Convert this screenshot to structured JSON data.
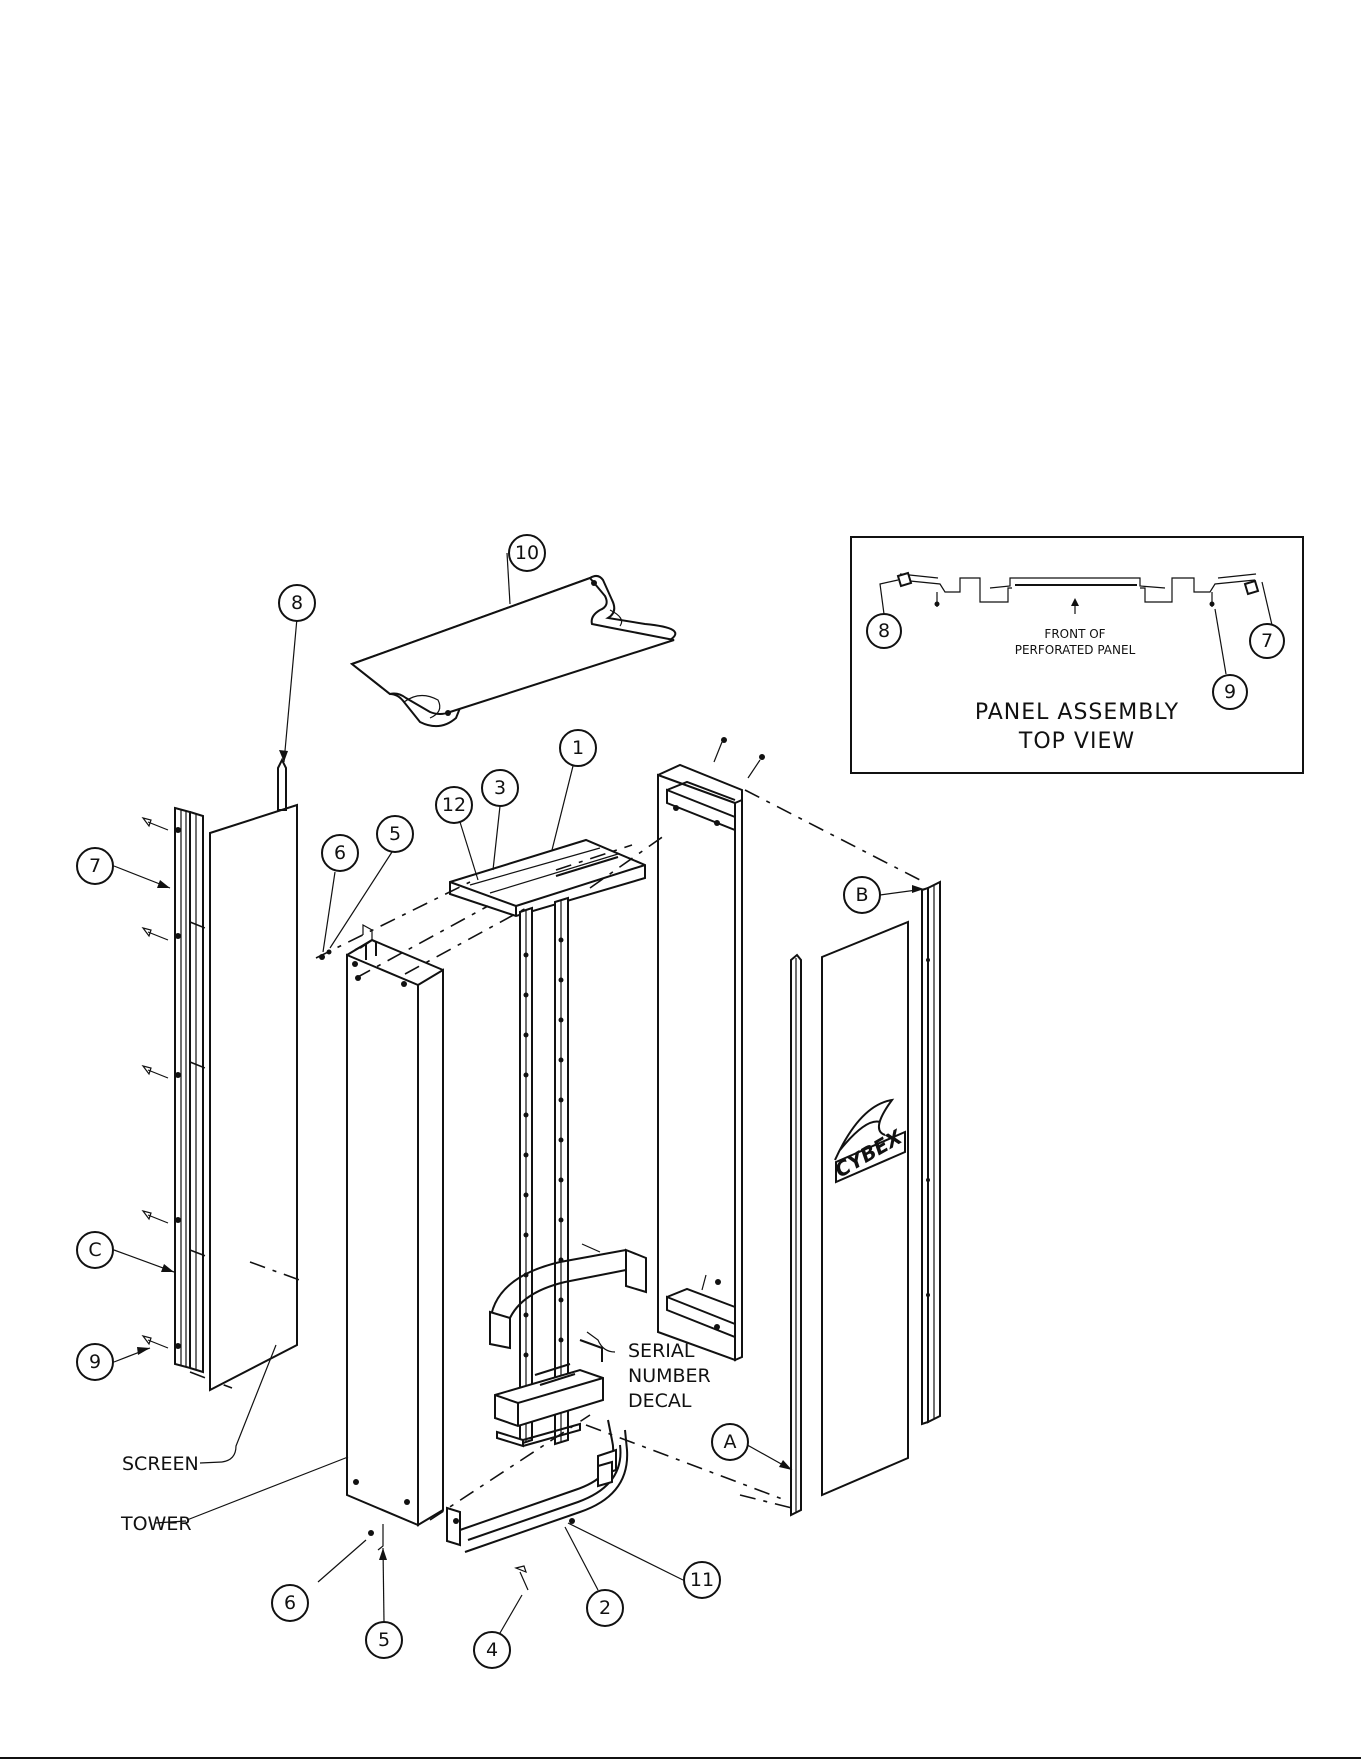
{
  "balloons": {
    "b10": "10",
    "b8": "8",
    "b7": "7",
    "b6": "6",
    "b5": "5",
    "b12": "12",
    "b3": "3",
    "b1": "1",
    "bB": "B",
    "bC": "C",
    "b9": "9",
    "bA": "A",
    "b11": "11",
    "b2": "2",
    "b4": "4",
    "b5b": "5",
    "b6b": "6"
  },
  "labels": {
    "screen": "SCREEN",
    "tower": "TOWER",
    "serial_1": "SERIAL",
    "serial_2": "NUMBER",
    "serial_3": "DECAL"
  },
  "inset": {
    "front_1": "FRONT OF",
    "front_2": "PERFORATED PANEL",
    "title_1": "PANEL ASSEMBLY",
    "title_2": "TOP VIEW",
    "b8": "8",
    "b9": "9",
    "b7": "7"
  },
  "logo": {
    "text": "CYBEX"
  }
}
